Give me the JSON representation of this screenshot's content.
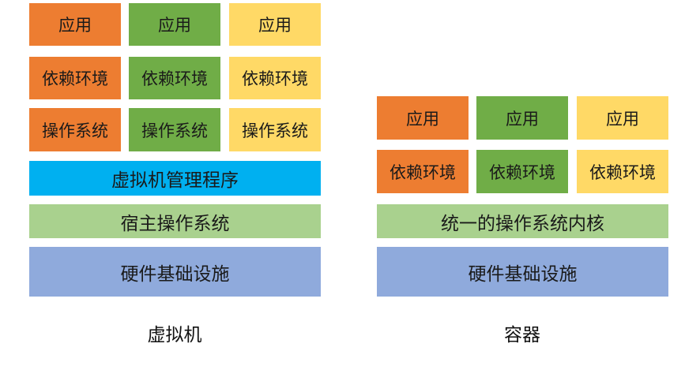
{
  "vm": {
    "columns": [
      {
        "app": "应用",
        "deps": "依赖环境",
        "os": "操作系统",
        "color": "#ed7d31"
      },
      {
        "app": "应用",
        "deps": "依赖环境",
        "os": "操作系统",
        "color": "#70ad47"
      },
      {
        "app": "应用",
        "deps": "依赖环境",
        "os": "操作系统",
        "color": "#ffd966"
      }
    ],
    "hypervisor": "虚拟机管理程序",
    "host_os": "宿主操作系统",
    "hardware": "硬件基础设施",
    "caption": "虚拟机"
  },
  "container": {
    "columns": [
      {
        "app": "应用",
        "deps": "依赖环境",
        "color": "#ed7d31"
      },
      {
        "app": "应用",
        "deps": "依赖环境",
        "color": "#70ad47"
      },
      {
        "app": "应用",
        "deps": "依赖环境",
        "color": "#ffd966"
      }
    ],
    "kernel": "统一的操作系统内核",
    "hardware": "硬件基础设施",
    "caption": "容器"
  }
}
